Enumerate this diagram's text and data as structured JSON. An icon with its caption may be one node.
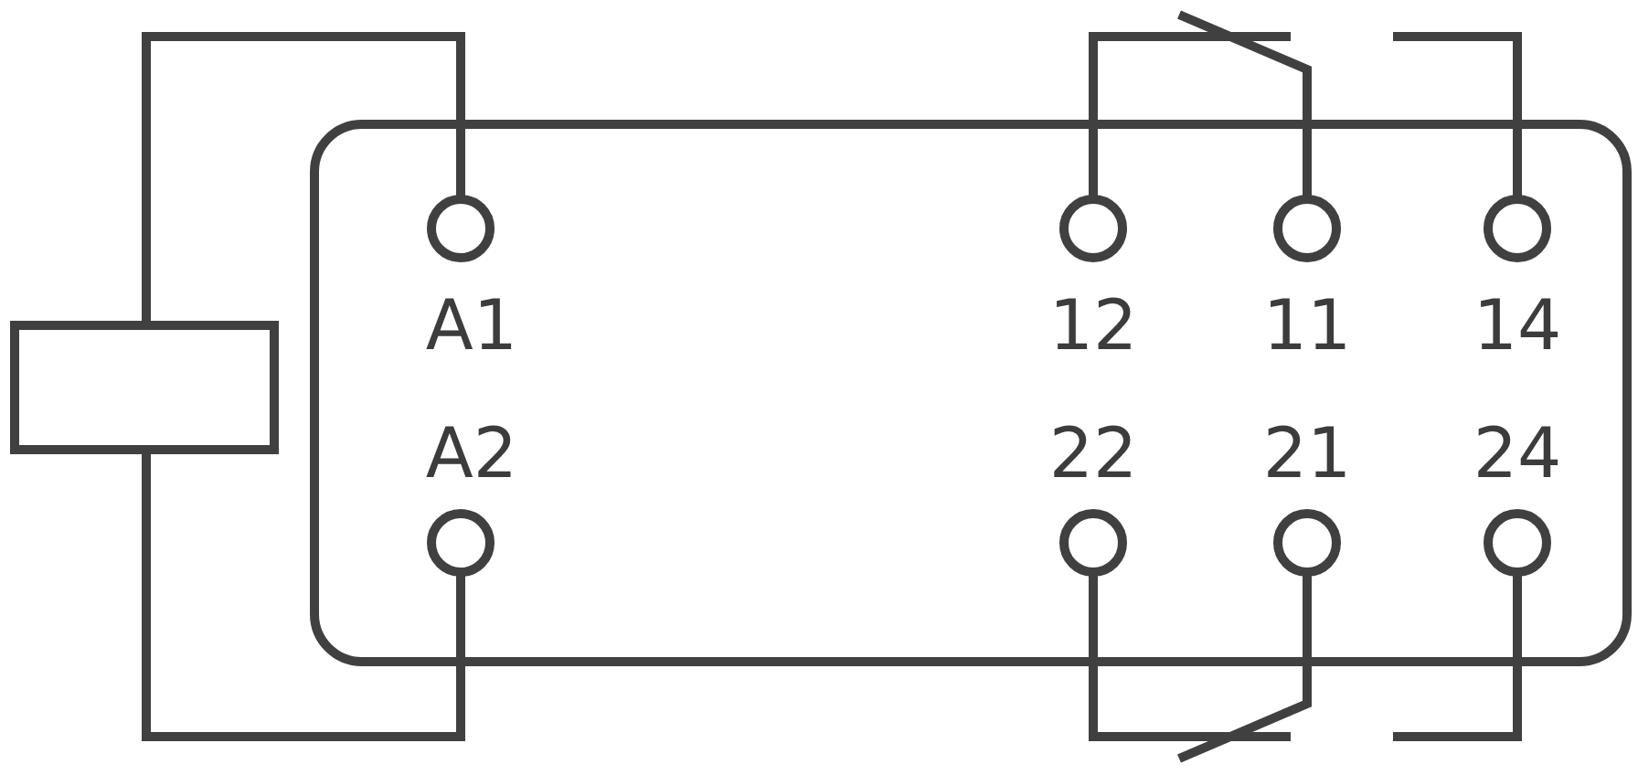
{
  "diagram": {
    "labels": [
      "A1",
      "12",
      "11",
      "14",
      "A2",
      "22",
      "21",
      "24"
    ]
  }
}
